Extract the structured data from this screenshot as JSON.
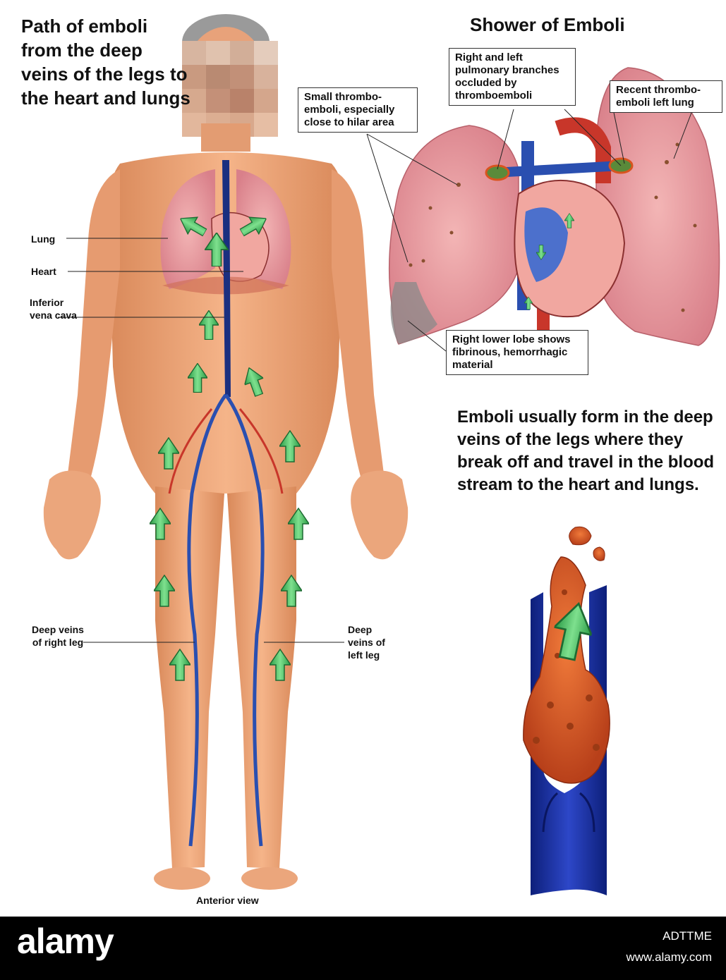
{
  "titles": {
    "main": "Path of emboli from the deep veins of the legs to the heart and lungs",
    "shower": "Shower of Emboli",
    "summary": "Emboli usually form in the deep veins of the legs where they break off and travel in the blood stream to the heart and lungs."
  },
  "body_labels": {
    "lung": "Lung",
    "heart": "Heart",
    "ivc": "Inferior vena cava",
    "right_leg": "Deep veins of right leg",
    "left_leg": "Deep veins of left leg",
    "view": "Anterior view"
  },
  "callouts": {
    "pulmonary": "Right and left pulmonary branches occluded by thromboemboli",
    "small": "Small thrombo-emboli, especially close to hilar area",
    "recent": "Recent thrombo-emboli left lung",
    "lobe": "Right lower lobe shows fibrinous, hemorrhagic material"
  },
  "watermark": {
    "logo": "alamy",
    "id": "ADTTME",
    "url": "www.alamy.com"
  },
  "colors": {
    "skin": "#f0a878",
    "vein": "#2a4fb0",
    "artery": "#c8362a",
    "arrow": "#3cb45a",
    "lung": "#e8a0a8",
    "clot": "#d8541e"
  }
}
